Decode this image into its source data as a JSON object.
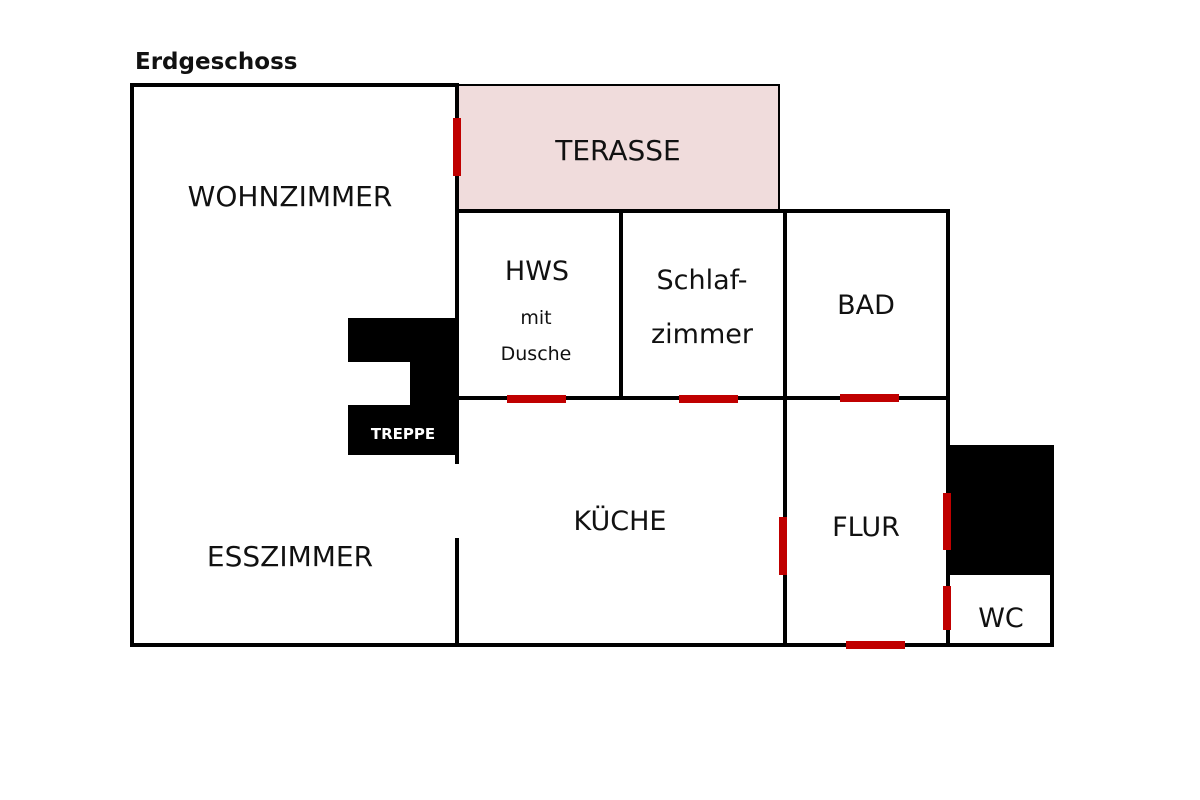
{
  "title": "Erdgeschoss",
  "colors": {
    "wall": "#000000",
    "door": "#c00000",
    "terrace_fill": "#f0dcdc",
    "stair_fill": "#000000"
  },
  "rooms": {
    "wohnzimmer": "WOHNZIMMER",
    "terasse": "TERASSE",
    "hws_line1": "HWS",
    "hws_line2": "mit",
    "hws_line3": "Dusche",
    "schlaf_line1": "Schlaf-",
    "schlaf_line2": "zimmer",
    "bad": "BAD",
    "treppe": "TREPPE",
    "kueche": "KÜCHE",
    "flur": "FLUR",
    "esszimmer": "ESSZIMMER",
    "wc": "WC"
  }
}
